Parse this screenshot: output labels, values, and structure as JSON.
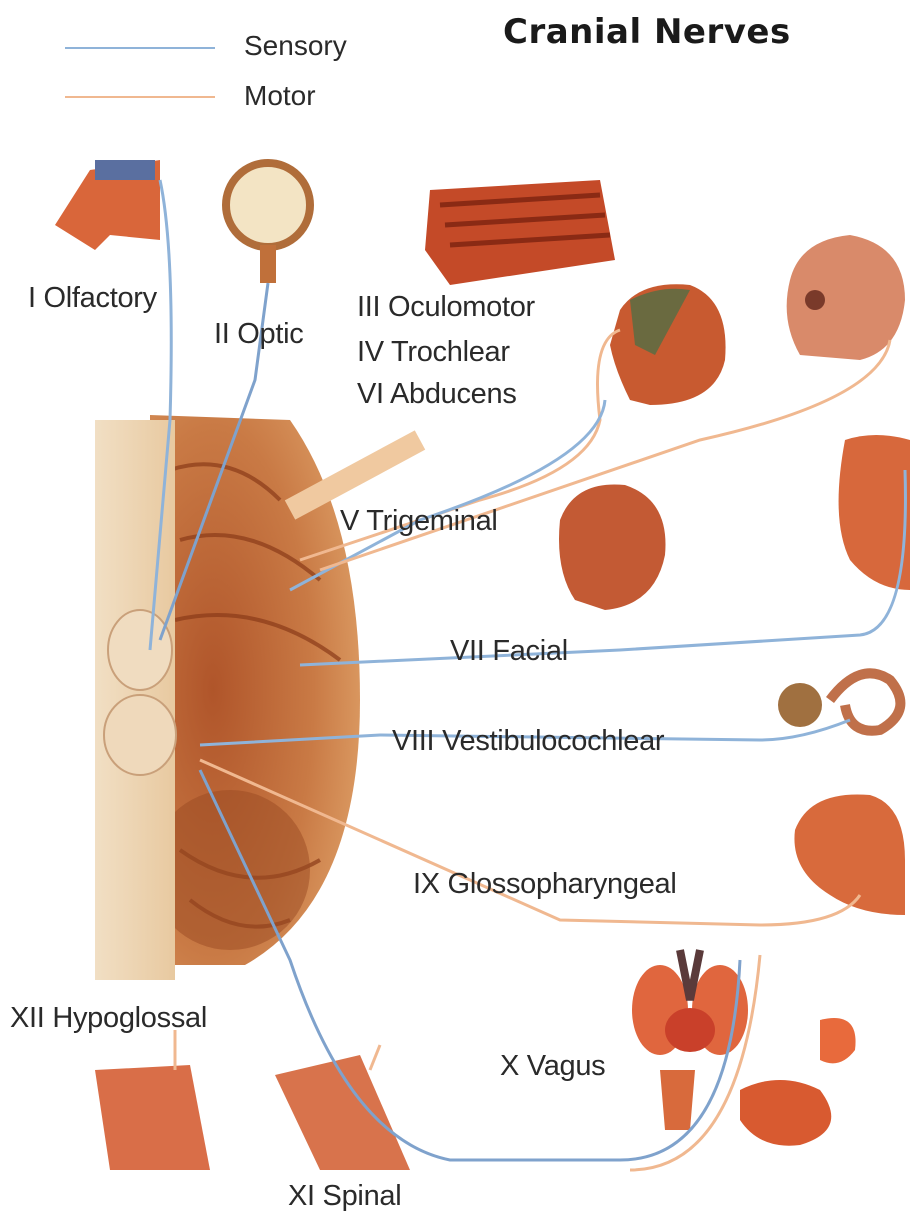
{
  "title": "Cranial Nerves",
  "legend": {
    "sensory": {
      "label": "Sensory",
      "color": "#8fb3d9"
    },
    "motor": {
      "label": "Motor",
      "color": "#f0b890"
    }
  },
  "nerves": {
    "i": "I Olfactory",
    "ii": "II Optic",
    "iii": "III Oculomotor",
    "iv": "IV Trochlear",
    "vi": "VI Abducens",
    "v": "V Trigeminal",
    "vii": "VII Facial",
    "viii": "VIII Vestibulocochlear",
    "ix": "IX Glossopharyngeal",
    "x": "X Vagus",
    "xi": "XI Spinal",
    "xii": "XII Hypoglossal"
  }
}
